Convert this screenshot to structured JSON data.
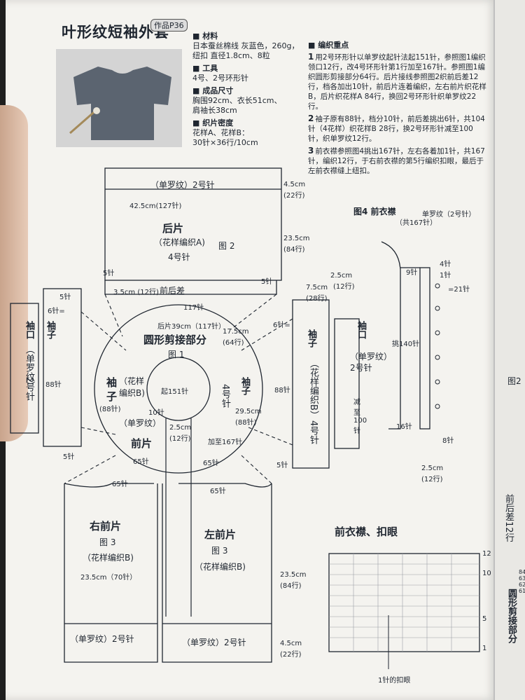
{
  "header": {
    "title": "叶形纹短袖外套",
    "badge": "作品P36"
  },
  "materials": {
    "heading": "材料",
    "line1": "日本蚕丝棉线  灰蓝色，260g，",
    "line2": "纽扣  直径1.8cm、8粒"
  },
  "tools": {
    "heading": "工具",
    "line1": "4号、2号环形针"
  },
  "size": {
    "heading": "成品尺寸",
    "line1": "胸围92cm、衣长51cm、",
    "line2": "肩袖长38cm"
  },
  "gauge": {
    "heading": "织片密度",
    "line1": "花样A、花样B：",
    "line2": "30针×36行/10cm"
  },
  "steps": {
    "heading": "编织重点",
    "items": [
      {
        "n": "1",
        "text": "用2号环形针以单罗纹起针法起151针，参照图1编织领口12行，改4号环形针第1行加至167针。参照图1编织圆形剪接部分64行。后片接线参照图2织前后差12行，档各加出10针，前后片连着编织，左右前片织花样B，后片织花样A 84行，换回2号环形针织单罗纹22行。"
      },
      {
        "n": "2",
        "text": "袖子原有88针，档分10针，前后差挑出6针，共104针（4花样）织花样B 28行，换2号环形针减至100针，织单罗纹12行。"
      },
      {
        "n": "3",
        "text": "前衣襟参照图4挑出167针，左右各着加1针，共167针，编织12行，于右前衣襟的第5行编织扣眼，最后于左前衣襟缝上纽扣。"
      }
    ]
  },
  "back": {
    "ribbing": "（单罗纹）2号针",
    "width": "42.5cm(127针)",
    "title": "后片",
    "pattern": "（花样编织A)",
    "fig": "图 2",
    "needle": "4号针",
    "top_h": "4.5cm",
    "top_rows": "(22行)",
    "body_h": "23.5cm",
    "body_rows": "(84行)",
    "st5a": "5针",
    "st5b": "5针",
    "diff": "3.5cm (12行)",
    "diff_label": "前后差"
  },
  "yoke": {
    "st117": "117针",
    "back_arc": "后片39cm（117针）",
    "title": "圆形剪接部分",
    "fig": "图 1",
    "depth": "17.5cm",
    "depth_rows": "(64行)",
    "cast": "起151针",
    "ribbing": "（单罗纹）",
    "front": "前片",
    "collar_h": "2.5cm",
    "collar_rows": "(12行)",
    "inc": "加至167针",
    "st65a": "65针",
    "st65b": "65针",
    "sleeve_l": "袖",
    "sleeve_l2": "子",
    "sleeve_l_pat": "（花样编织B)",
    "sleeve_l_st": "(88针)",
    "sleeve_r_w": "29.5cm",
    "sleeve_r_st": "(88针)",
    "needle4": "4号针",
    "sleeve_r": "袖子",
    "st10": "10针"
  },
  "left_sleeve": {
    "cuff": "袖口",
    "cuff_rib": "（单罗纹）",
    "cuff_needle": "2号针",
    "body": "袖子",
    "st5": "5针",
    "st6": "6针=",
    "st88": "88针",
    "st5b": "5针"
  },
  "right_sleeve": {
    "w": "7.5cm",
    "w_rows": "(28行)",
    "side_h": "2.5cm",
    "side_rows": "(12行)",
    "body": "袖子",
    "pattern": "（花样编织B）",
    "needle": "4号针",
    "cuff": "袖口",
    "cuff_rib": "（单罗纹）",
    "cuff_needle": "2号针",
    "st88": "88针",
    "dec": "减至100针",
    "st5": "5针",
    "st6": "6针="
  },
  "fig4": {
    "title": "图4  前衣襟",
    "rib": "单罗纹（2号针）",
    "total": "（共167针）",
    "st4": "4针",
    "st9": "9针",
    "st1": "1针",
    "st21": "=21针",
    "pick": "挑140针",
    "st16": "16针",
    "st8": "8针",
    "w": "2.5cm",
    "w_rows": "(12行)"
  },
  "right_front": {
    "st65": "65针",
    "title": "右前片",
    "fig": "图 3",
    "pattern": "（花样编织B)",
    "width": "23.5cm（70针）",
    "ribbing": "（单罗纹）2号针"
  },
  "left_front": {
    "st65": "65针",
    "title": "左前片",
    "fig": "图 3",
    "pattern": "（花样编织B)",
    "ribbing": "（单罗纹）2号针",
    "h": "23.5cm",
    "h_rows": "(84行)",
    "bot": "4.5cm",
    "bot_rows": "(22行)"
  },
  "chart": {
    "title": "前衣襟、扣眼",
    "rows": [
      "12",
      "10",
      "5",
      "1"
    ],
    "note": "1针的扣眼"
  },
  "right_page": {
    "fig2": "图2",
    "diff": "前后差12行",
    "yoke": "圆形剪接部分",
    "nums": [
      "84",
      "63",
      "62",
      "61"
    ]
  }
}
